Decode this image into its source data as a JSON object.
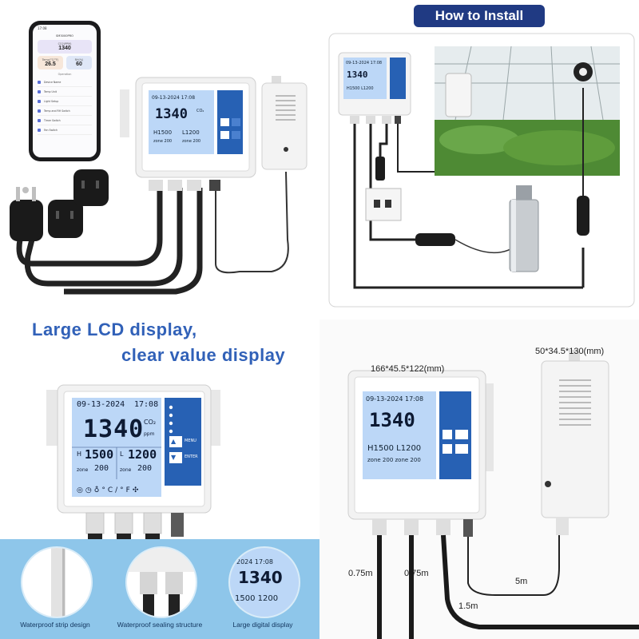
{
  "colors": {
    "accent": "#203a83",
    "headline": "#3161b8",
    "lcd": "#bcd7f7",
    "keypad": "#2761b4",
    "band": "#8ec6ea"
  },
  "phone": {
    "time": "17:08",
    "app_title": "SM3000PRO",
    "co2_label": "CO2(PPM)",
    "co2_value": "1340",
    "temp_label": "Temp(°C/°F)",
    "temp_value": "26.5",
    "rh_label": "RH(%)",
    "rh_value": "60",
    "operation_label": "Operation",
    "menu": [
      "Device Name",
      "Temp Unit",
      "Light Setup",
      "Temp and RH Switch",
      "Timer Switch",
      "Fan Switch"
    ]
  },
  "install": {
    "badge": "How to Install"
  },
  "lcd": {
    "date": "09-13-2024",
    "time": "17:08",
    "co2": "1340",
    "co2_unit": "CO₂",
    "ppm": "ppm",
    "h_label": "H",
    "h_value": "1500",
    "l_label": "L",
    "l_value": "1200",
    "zone_label": "zone",
    "zone_h": "200",
    "zone_l": "200",
    "menu_btn": "MENU",
    "enter_btn": "ENTER",
    "unit_symbol": "°C/°F"
  },
  "headline": {
    "line1": "Large LCD display,",
    "line2": "clear value display"
  },
  "features": [
    {
      "caption": "Waterproof strip design",
      "icon": "strip-icon"
    },
    {
      "caption": "Waterproof sealing structure",
      "icon": "seal-icon"
    },
    {
      "caption": "Large digital display",
      "icon": "display-icon"
    }
  ],
  "dimensions": {
    "controller": "166*45.5*122(mm)",
    "sensor": "50*34.5*130(mm)",
    "cable_a": "0.75m",
    "cable_b": "0.75m",
    "cable_c": "1.5m",
    "cable_d": "5m"
  }
}
